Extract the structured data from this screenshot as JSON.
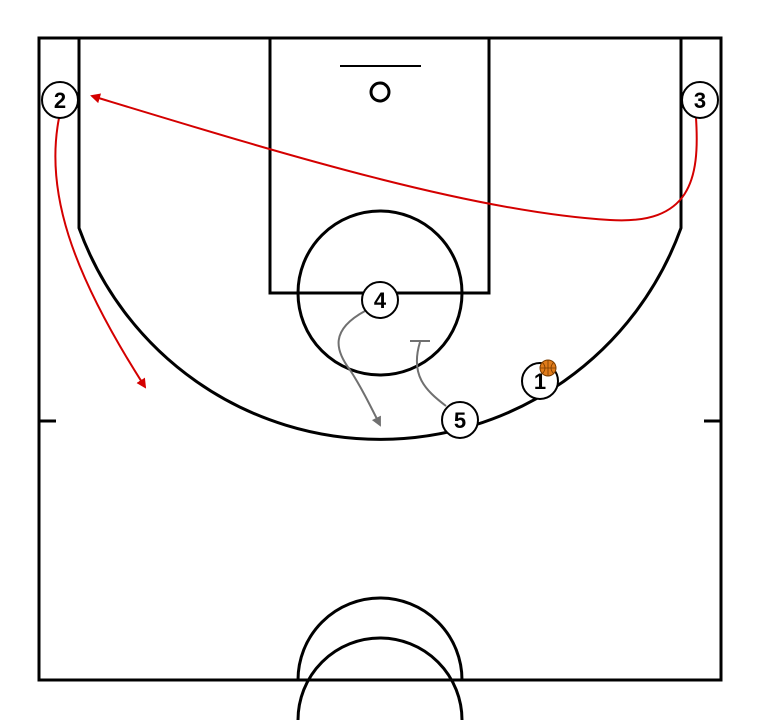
{
  "players": [
    {
      "id": "p1",
      "label": "1",
      "has_ball": true
    },
    {
      "id": "p2",
      "label": "2",
      "has_ball": false
    },
    {
      "id": "p3",
      "label": "3",
      "has_ball": false
    },
    {
      "id": "p4",
      "label": "4",
      "has_ball": false
    },
    {
      "id": "p5",
      "label": "5",
      "has_ball": false
    }
  ],
  "colors": {
    "court_line": "#000000",
    "cut_arrow": "#d40000",
    "screen_path": "#707070",
    "ball": "#e07b1a",
    "player_fill": "#ffffff"
  },
  "actions": [
    {
      "type": "cut",
      "player": "3",
      "color": "cut_arrow"
    },
    {
      "type": "cut",
      "player": "2",
      "color": "cut_arrow"
    },
    {
      "type": "cut",
      "player": "4",
      "color": "screen_path"
    },
    {
      "type": "screen",
      "player": "5",
      "color": "screen_path"
    }
  ]
}
